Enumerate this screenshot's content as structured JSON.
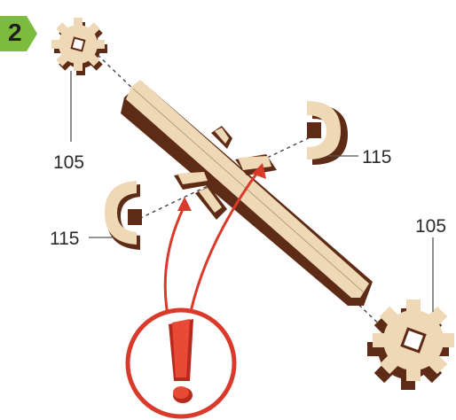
{
  "step": {
    "number": "2",
    "badge_color": "#7dbb3f"
  },
  "parts": [
    {
      "id": "gear-top-left",
      "label": "105"
    },
    {
      "id": "bracket-right",
      "label": "115"
    },
    {
      "id": "bracket-left",
      "label": "115"
    },
    {
      "id": "gear-bottom-right",
      "label": "105"
    }
  ],
  "colors": {
    "wood_face": "#efd8b5",
    "wood_edge": "#5e2b16",
    "warning": "#d93a2b",
    "leader": "#555555"
  },
  "icons": [
    "gear-icon",
    "bracket-icon",
    "shaft-icon",
    "warning-exclamation-icon"
  ]
}
